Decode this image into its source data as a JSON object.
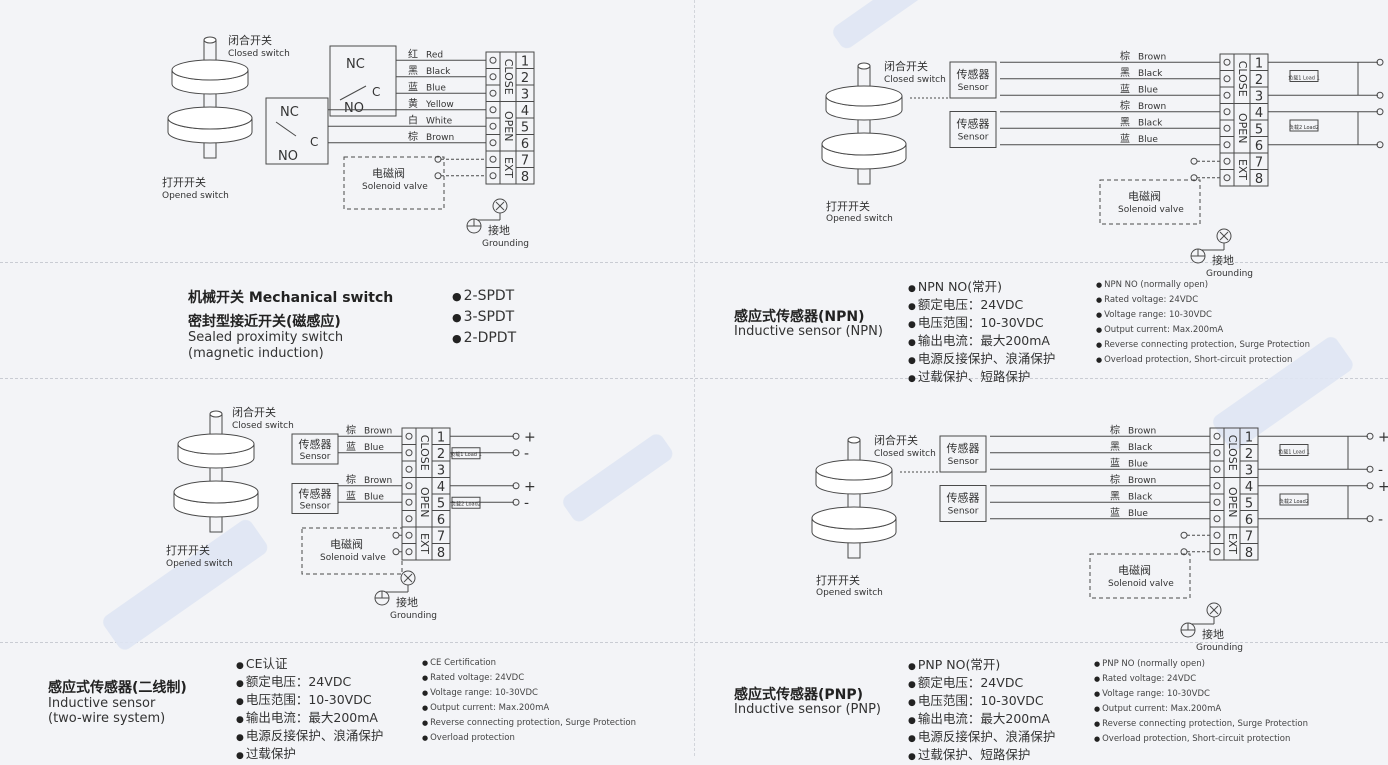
{
  "labels": {
    "closed_cn": "闭合开关",
    "closed_en": "Closed switch",
    "opened_cn": "打开开关",
    "opened_en": "Opened switch",
    "ground_cn": "接地",
    "ground_en": "Grounding",
    "valve_cn": "电磁阀",
    "valve_en": "Solenoid valve",
    "sensor_cn": "传感器",
    "sensor_en": "Sensor",
    "nc": "NC",
    "no": "NO",
    "c": "C",
    "close": "CLOSE",
    "open": "OPEN",
    "ext": "EXT",
    "load1": "负载1 Load 1",
    "load2": "负载2 Load2",
    "plus": "+",
    "minus": "-"
  },
  "mechanical_wires": [
    {
      "cn": "红",
      "en": "Red"
    },
    {
      "cn": "黑",
      "en": "Black"
    },
    {
      "cn": "蓝",
      "en": "Blue"
    },
    {
      "cn": "黄",
      "en": "Yellow"
    },
    {
      "cn": "白",
      "en": "White"
    },
    {
      "cn": "棕",
      "en": "Brown"
    }
  ],
  "three_wire": [
    {
      "cn": "棕",
      "en": "Brown"
    },
    {
      "cn": "黑",
      "en": "Black"
    },
    {
      "cn": "蓝",
      "en": "Blue"
    }
  ],
  "two_wire": [
    {
      "cn": "棕",
      "en": "Brown"
    },
    {
      "cn": "蓝",
      "en": "Blue"
    }
  ],
  "terminals": [
    "1",
    "2",
    "3",
    "4",
    "5",
    "6",
    "7",
    "8"
  ],
  "mechanical_spec": {
    "title_cn": "机械开关 Mechanical switch",
    "title2_cn": "密封型接近开关(磁感应)",
    "sub1": "Sealed proximity switch",
    "sub2": "(magnetic induction)",
    "options": [
      "2-SPDT",
      "3-SPDT",
      "2-DPDT"
    ]
  },
  "npn_spec": {
    "title_cn": "感应式传感器(NPN)",
    "title_en": "Inductive sensor (NPN)",
    "cn_items": [
      "NPN NO(常开)",
      "额定电压：24VDC",
      "电压范围：10-30VDC",
      "输出电流：最大200mA",
      "电源反接保护、浪涌保护",
      "过载保护、短路保护"
    ],
    "en_items": [
      "NPN NO (normally open)",
      "Rated voltage: 24VDC",
      "Voltage range: 10-30VDC",
      "Output current: Max.200mA",
      "Reverse connecting protection, Surge Protection",
      "Overload protection, Short-circuit protection"
    ]
  },
  "two_wire_spec": {
    "title_cn": "感应式传感器(二线制)",
    "title_en1": "Inductive sensor",
    "title_en2": "(two-wire system)",
    "cn_items": [
      "CE认证",
      "额定电压：24VDC",
      "电压范围：10-30VDC",
      "输出电流：最大200mA",
      "电源反接保护、浪涌保护",
      "过载保护"
    ],
    "en_items": [
      "CE Certification",
      "Rated voltage: 24VDC",
      "Voltage range: 10-30VDC",
      "Output current: Max.200mA",
      "Reverse connecting protection, Surge Protection",
      "Overload protection"
    ]
  },
  "pnp_spec": {
    "title_cn": "感应式传感器(PNP)",
    "title_en": "Inductive sensor (PNP)",
    "cn_items": [
      "PNP NO(常开)",
      "额定电压：24VDC",
      "电压范围：10-30VDC",
      "输出电流：最大200mA",
      "电源反接保护、浪涌保护",
      "过载保护、短路保护"
    ],
    "en_items": [
      "PNP NO (normally open)",
      "Rated voltage: 24VDC",
      "Voltage range: 10-30VDC",
      "Output current: Max.200mA",
      "Reverse connecting protection, Surge Protection",
      "Overload protection, Short-circuit protection"
    ]
  },
  "colors": {
    "line": "#4a4a4a",
    "text": "#333333",
    "watermark": "#dfe6f3"
  }
}
